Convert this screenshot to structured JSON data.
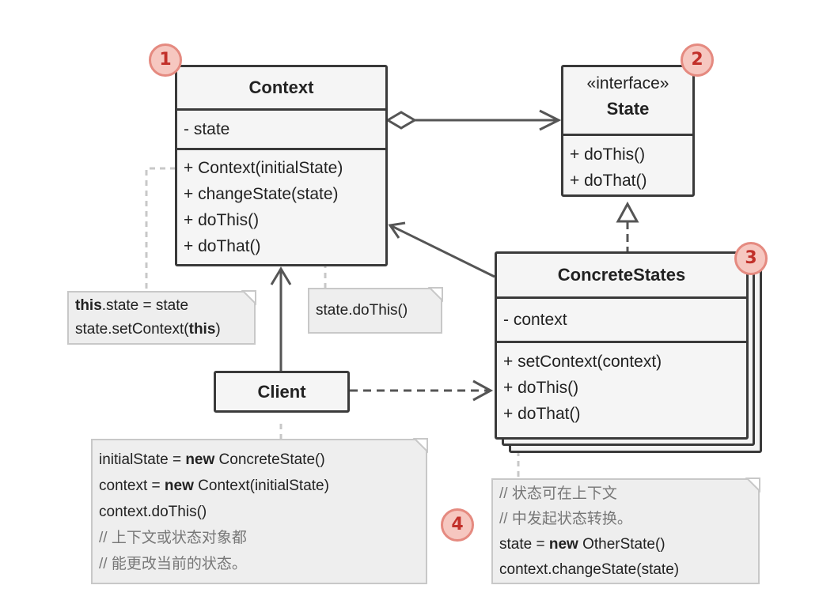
{
  "badges": [
    "1",
    "2",
    "3",
    "4"
  ],
  "context_class": {
    "name": "Context",
    "fields": [
      "- state"
    ],
    "methods": [
      "+ Context(initialState)",
      "+ changeState(state)",
      "+ doThis()",
      "+ doThat()"
    ]
  },
  "state_interface": {
    "stereotype": "«interface»",
    "name": "State",
    "methods": [
      "+ doThis()",
      "+ doThat()"
    ]
  },
  "concrete_states": {
    "name": "ConcreteStates",
    "fields": [
      "- context"
    ],
    "methods": [
      "+ setContext(context)",
      "+ doThis()",
      "+ doThat()"
    ]
  },
  "client": {
    "name": "Client"
  },
  "notes": {
    "context_ctor": {
      "line1_kw": "this",
      "line1_rest": ".state = state",
      "line2_pre": "state.setContext(",
      "line2_kw": "this",
      "line2_post": ")"
    },
    "context_dothis": {
      "text": "state.doThis()"
    },
    "client": {
      "l1_pre": "initialState = ",
      "l1_kw": "new",
      "l1_post": " ConcreteState()",
      "l2_pre": "context = ",
      "l2_kw": "new",
      "l2_post": " Context(initialState)",
      "l3": "context.doThis()",
      "l4": "// 上下文或状态对象都",
      "l5": "// 能更改当前的状态。"
    },
    "concrete": {
      "l1": "// 状态可在上下文",
      "l2": "// 中发起状态转换。",
      "l3_pre": "state = ",
      "l3_kw": "new",
      "l3_post": " OtherState()",
      "l4": "context.changeState(state)"
    }
  },
  "colors": {
    "border": "#3a3a3a",
    "box_fill": "#f5f5f5",
    "note_fill": "#eeeeee",
    "badge_fill": "#f6c7c0",
    "badge_text": "#c2302a"
  }
}
